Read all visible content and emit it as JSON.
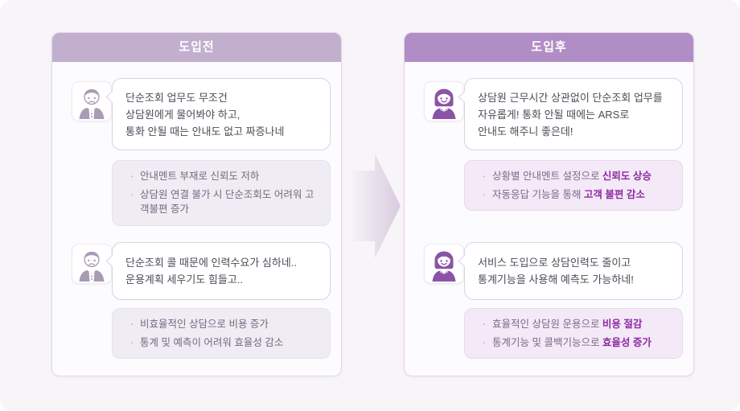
{
  "ui": {
    "bullet": "·",
    "colors": {
      "canvas_bg": "#f8f5f9",
      "before_header": "#c2afcd",
      "after_header": "#b18dc6",
      "highlight": "#8e2ba6",
      "man_avatar": "#a89bb3",
      "woman_avatar": "#8a54a6"
    },
    "icons": {
      "before_avatar": "sad-man-avatar-icon",
      "after_avatar": "happy-woman-avatar-icon",
      "arrow": "transition-arrow-icon"
    }
  },
  "panels": [
    {
      "title": "도입전",
      "bubble1": {
        "line1": "단순조회 업무도 무조건",
        "line2": "상담원에게 물어봐야 하고,",
        "line3": "통화 안될 때는 안내도 없고 짜증나네"
      },
      "list1": {
        "item1": {
          "text": "안내멘트 부재로 신뢰도 저하"
        },
        "item2": {
          "text": "상담원 연결 불가 시 단순조회도 어려워 고객불편 증가"
        }
      },
      "bubble2": {
        "line1": "단순조회 콜 때문에 인력수요가 심하네..",
        "line2": "운용계획 세우기도 힘들고.."
      },
      "list2": {
        "item1": {
          "text": "비효율적인 상담으로 비용 증가"
        },
        "item2": {
          "text": "통계 및 예측이 어려워 효율성 감소"
        }
      }
    },
    {
      "title": "도입후",
      "bubble1": {
        "line1": "상담원 근무시간 상관없이 단순조회 업무를",
        "line2": "자유롭게! 통화 안될 때에는 ARS로",
        "line3": "안내도 해주니 좋은데!"
      },
      "list1": {
        "item1": {
          "text": "상황별 안내멘트 설정으로 ",
          "highlight": "신뢰도 상승"
        },
        "item2": {
          "text": "자동응답 기능을 통해 ",
          "highlight": "고객 불편 감소"
        }
      },
      "bubble2": {
        "line1": "서비스 도입으로 상담인력도 줄이고",
        "line2": "통계기능을 사용해 예측도 가능하네!"
      },
      "list2": {
        "item1": {
          "text": "효율적인 상담원 운용으로 ",
          "highlight": "비용 절감"
        },
        "item2": {
          "text": "통계기능 및 콜백기능으로 ",
          "highlight": "효율성 증가"
        }
      }
    }
  ]
}
